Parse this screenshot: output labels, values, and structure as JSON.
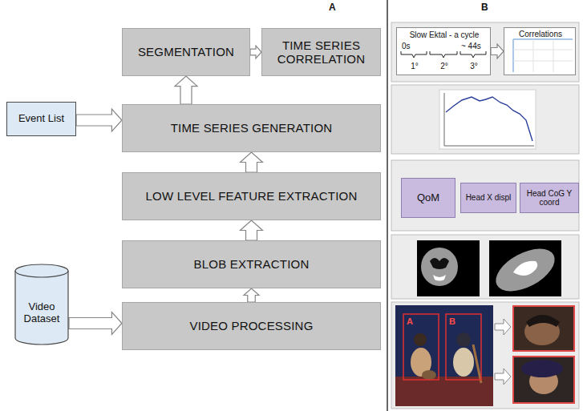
{
  "diagram": {
    "nodes": [
      {
        "text": [
          "SEGMENTATION"
        ]
      },
      {
        "text": [
          "TIME SERIES CORRELATION"
        ]
      },
      {
        "text": [
          "Event List"
        ]
      },
      {
        "text": [
          "TIME SERIES GENERATION"
        ]
      },
      {
        "text": [
          "LOW LEVEL FEATURE EXTRACTION"
        ]
      },
      {
        "text": [
          "BLOB EXTRACTION"
        ]
      },
      {
        "text": [
          "Video Dataset"
        ]
      },
      {
        "text": [
          "VIDEO PROCESSING"
        ]
      },
      {
        "text": [
          "Slow Ektal - a cycle",
          "0s",
          "~ 44s",
          "1°",
          "2°",
          "3°"
        ]
      },
      {
        "text": [
          "Correlations"
        ]
      },
      {
        "text": [
          "QoM"
        ]
      },
      {
        "text": [
          "Head X displ"
        ]
      },
      {
        "text": [
          "Head CoG Y coord"
        ]
      }
    ],
    "edges": [
      {
        "from": 0,
        "to": 1,
        "arrow": "to"
      },
      {
        "from": 3,
        "to": 0,
        "arrow": "to"
      },
      {
        "from": 2,
        "to": 3,
        "arrow": "to"
      },
      {
        "from": 4,
        "to": 3,
        "arrow": "to"
      },
      {
        "from": 5,
        "to": 4,
        "arrow": "to"
      },
      {
        "from": 7,
        "to": 5,
        "arrow": "to"
      },
      {
        "from": 6,
        "to": 7,
        "arrow": "to"
      },
      {
        "from": 8,
        "to": 9,
        "arrow": "to"
      }
    ],
    "labels": [
      "A",
      "B",
      "A",
      "B"
    ]
  }
}
